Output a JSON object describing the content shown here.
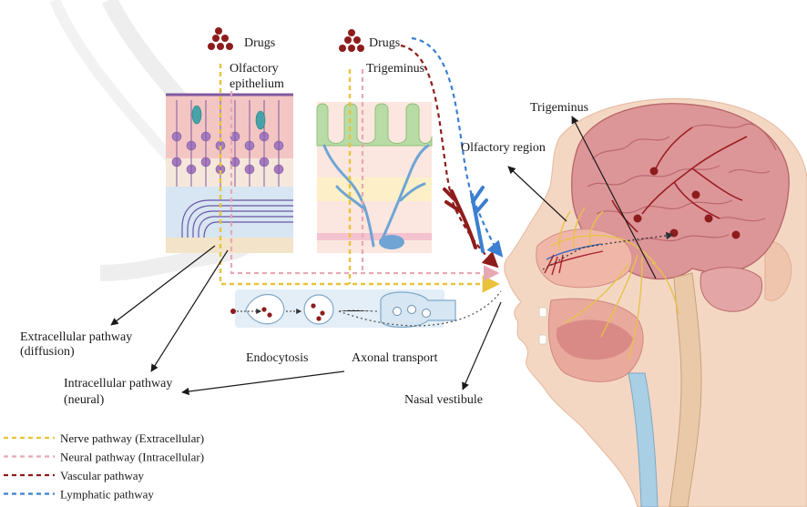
{
  "labels": {
    "drugs_left": "Drugs",
    "drugs_right": "Drugs",
    "olfactory_epithelium_l1": "Olfactory",
    "olfactory_epithelium_l2": "epithelium",
    "trigeminus_top": "Trigeminus",
    "trigeminus_brain": "Trigeminus",
    "olfactory_region": "Olfactory region",
    "extracellular_l1": "Extracellular pathway",
    "extracellular_l2": "(diffusion)",
    "intracellular_l1": "Intracellular pathway",
    "intracellular_l2": "(neural)",
    "endocytosis": "Endocytosis",
    "axonal_transport": "Axonal transport",
    "nasal_vestibule": "Nasal vestibule"
  },
  "legend": [
    {
      "label": "Nerve pathway (Extracellular)",
      "color": "#e8c33a"
    },
    {
      "label": "Neural pathway (Intracellular)",
      "color": "#e7a8b4"
    },
    {
      "label": "Vascular pathway",
      "color": "#8e1c1c"
    },
    {
      "label": "Lymphatic pathway",
      "color": "#3c7fd0"
    }
  ],
  "colors": {
    "drug_dot": "#8e1c1c",
    "nerve": "#e8c33a",
    "neural": "#e7a8b4",
    "vascular": "#8e1c1c",
    "lymphatic": "#3c7fd0",
    "brain": "#d8898c",
    "skin": "#f4d7c3"
  }
}
